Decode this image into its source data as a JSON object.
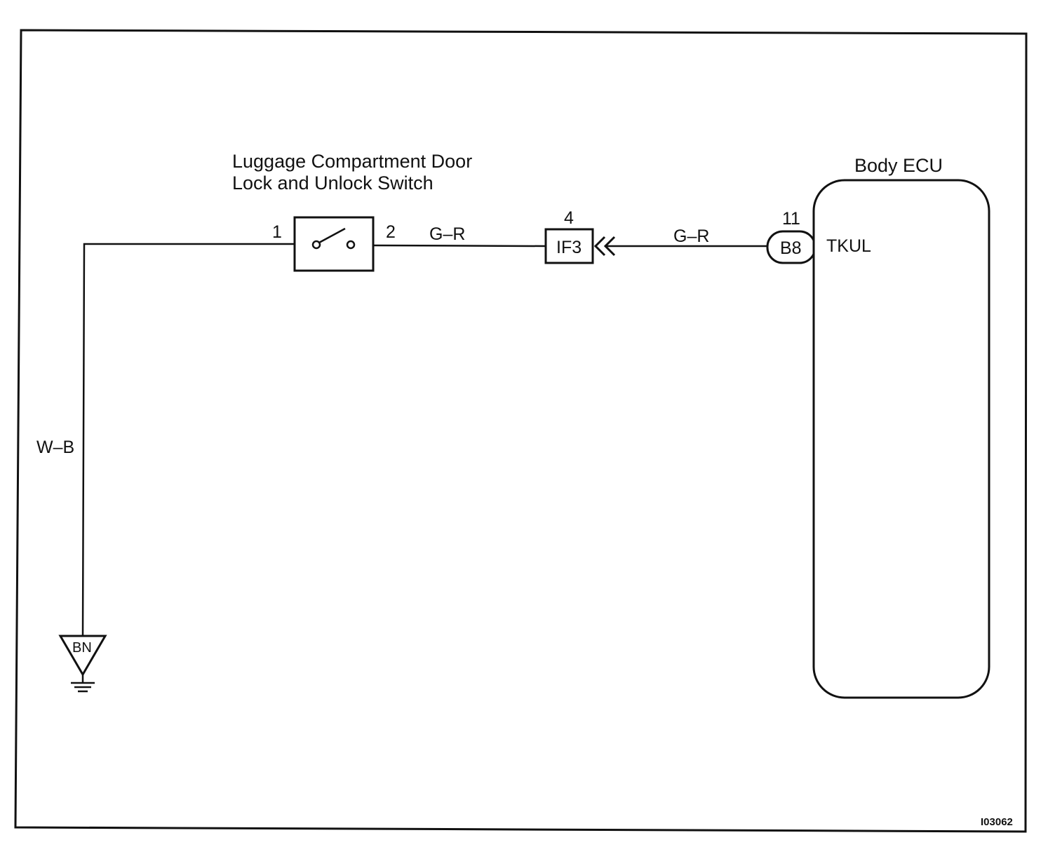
{
  "diagram": {
    "switch_title_line1": "Luggage Compartment Door",
    "switch_title_line2": "Lock and Unlock Switch",
    "switch_pin1": "1",
    "switch_pin2": "2",
    "wire_left_color": "W–B",
    "wire_mid_color": "G–R",
    "wire_right_color": "G–R",
    "junction_pin": "4",
    "junction_label": "IF3",
    "ecu_title": "Body ECU",
    "ecu_pin": "11",
    "ecu_connector": "B8",
    "ecu_terminal": "TKUL",
    "ground_label": "BN",
    "figure_code": "I03062"
  }
}
